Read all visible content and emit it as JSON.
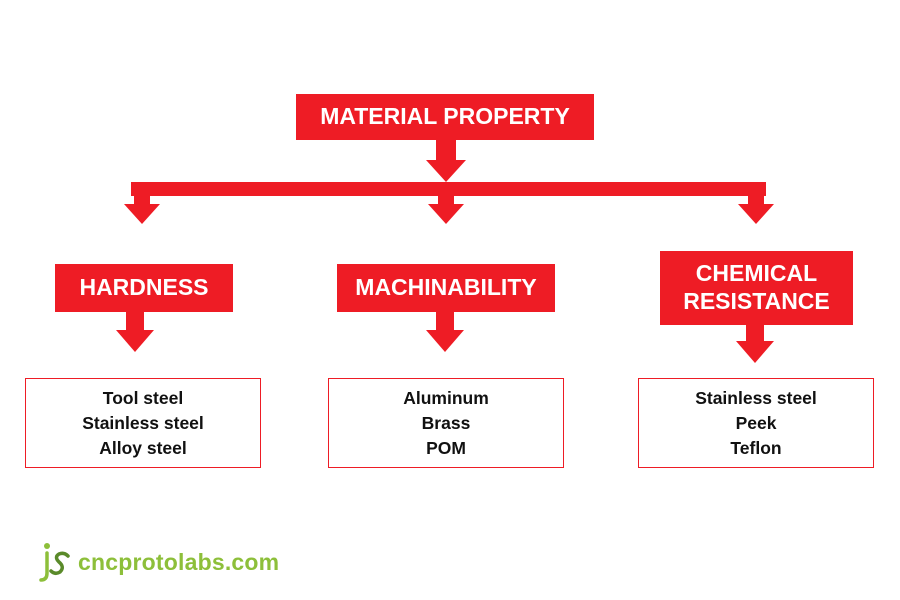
{
  "root": {
    "label": "MATERIAL PROPERTY"
  },
  "categories": [
    {
      "lines": [
        "HARDNESS"
      ],
      "materials": [
        "Tool steel",
        "Stainless steel",
        "Alloy steel"
      ]
    },
    {
      "lines": [
        "MACHINABILITY"
      ],
      "materials": [
        "Aluminum",
        "Brass",
        "POM"
      ]
    },
    {
      "lines": [
        "CHEMICAL",
        "RESISTANCE"
      ],
      "materials": [
        "Stainless steel",
        "Peek",
        "Teflon"
      ]
    }
  ],
  "brand": {
    "logo_text": "jS",
    "site": "cncprotolabs.com"
  },
  "colors": {
    "accent": "#ee1c25",
    "brand": "#8dbf3a",
    "brand_dark": "#5a8a2a"
  }
}
